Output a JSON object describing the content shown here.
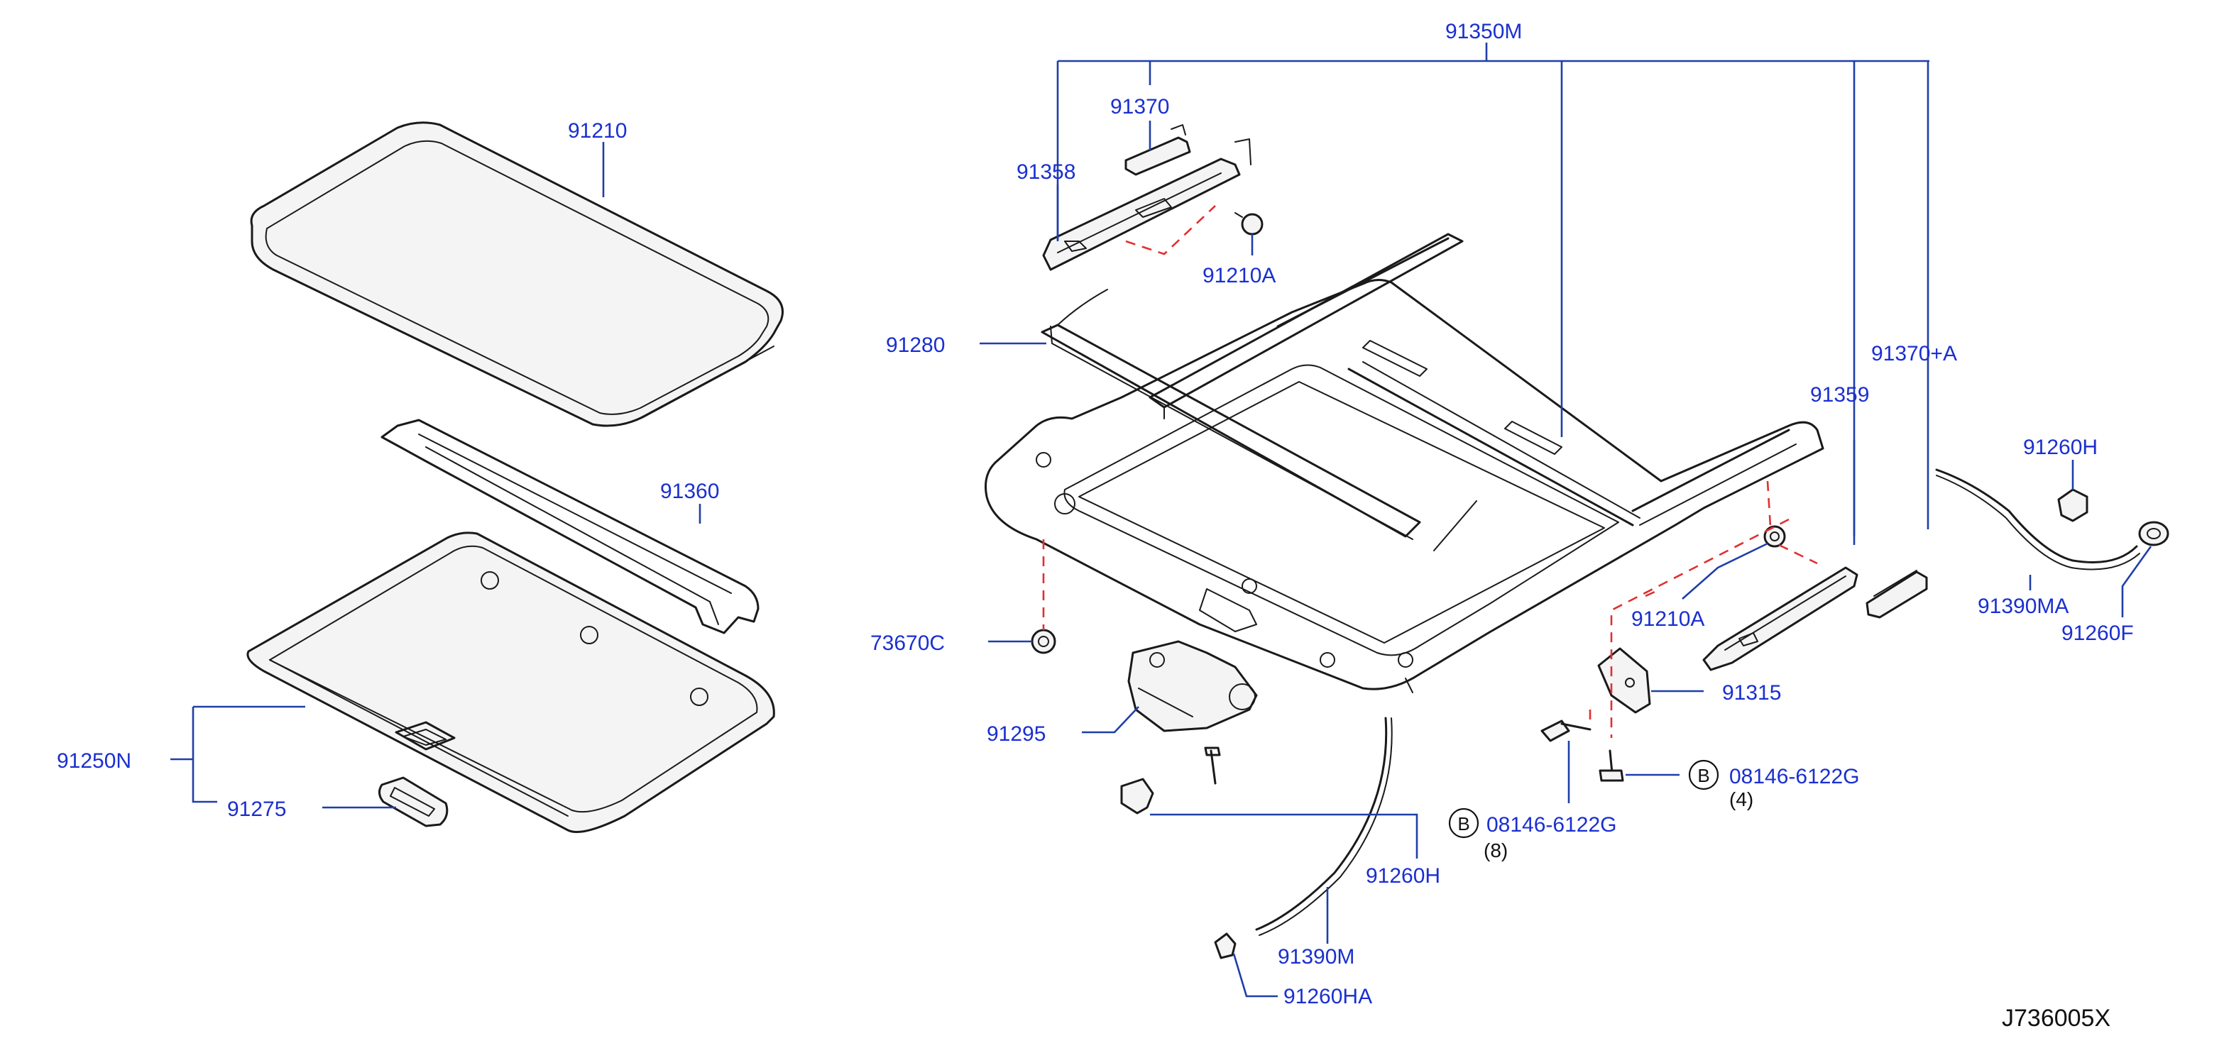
{
  "diagram_code": "J736005X",
  "bolt_marker": "B",
  "labels": {
    "p91210": "91210",
    "p91360": "91360",
    "p91250N": "91250N",
    "p91275": "91275",
    "p91350M": "91350M",
    "p91370": "91370",
    "p91358": "91358",
    "p91210A_top": "91210A",
    "p91280": "91280",
    "p73670C": "73670C",
    "p91295": "91295",
    "p91390M": "91390M",
    "p91260HA": "91260HA",
    "p91260H_mid": "91260H",
    "p08146_8": "08146-6122G",
    "qty_8": "(8)",
    "p91370A": "91370+A",
    "p91359": "91359",
    "p91210A_right": "91210A",
    "p91315": "91315",
    "p08146_4": "08146-6122G",
    "qty_4": "(4)",
    "p91260H_right": "91260H",
    "p91390MA": "91390MA",
    "p91260F": "91260F"
  },
  "colors": {
    "label": "#1a2fd0",
    "leader": "#1f3fa8",
    "hidden_line": "#e03030",
    "part_outline": "#1a1a1a"
  }
}
